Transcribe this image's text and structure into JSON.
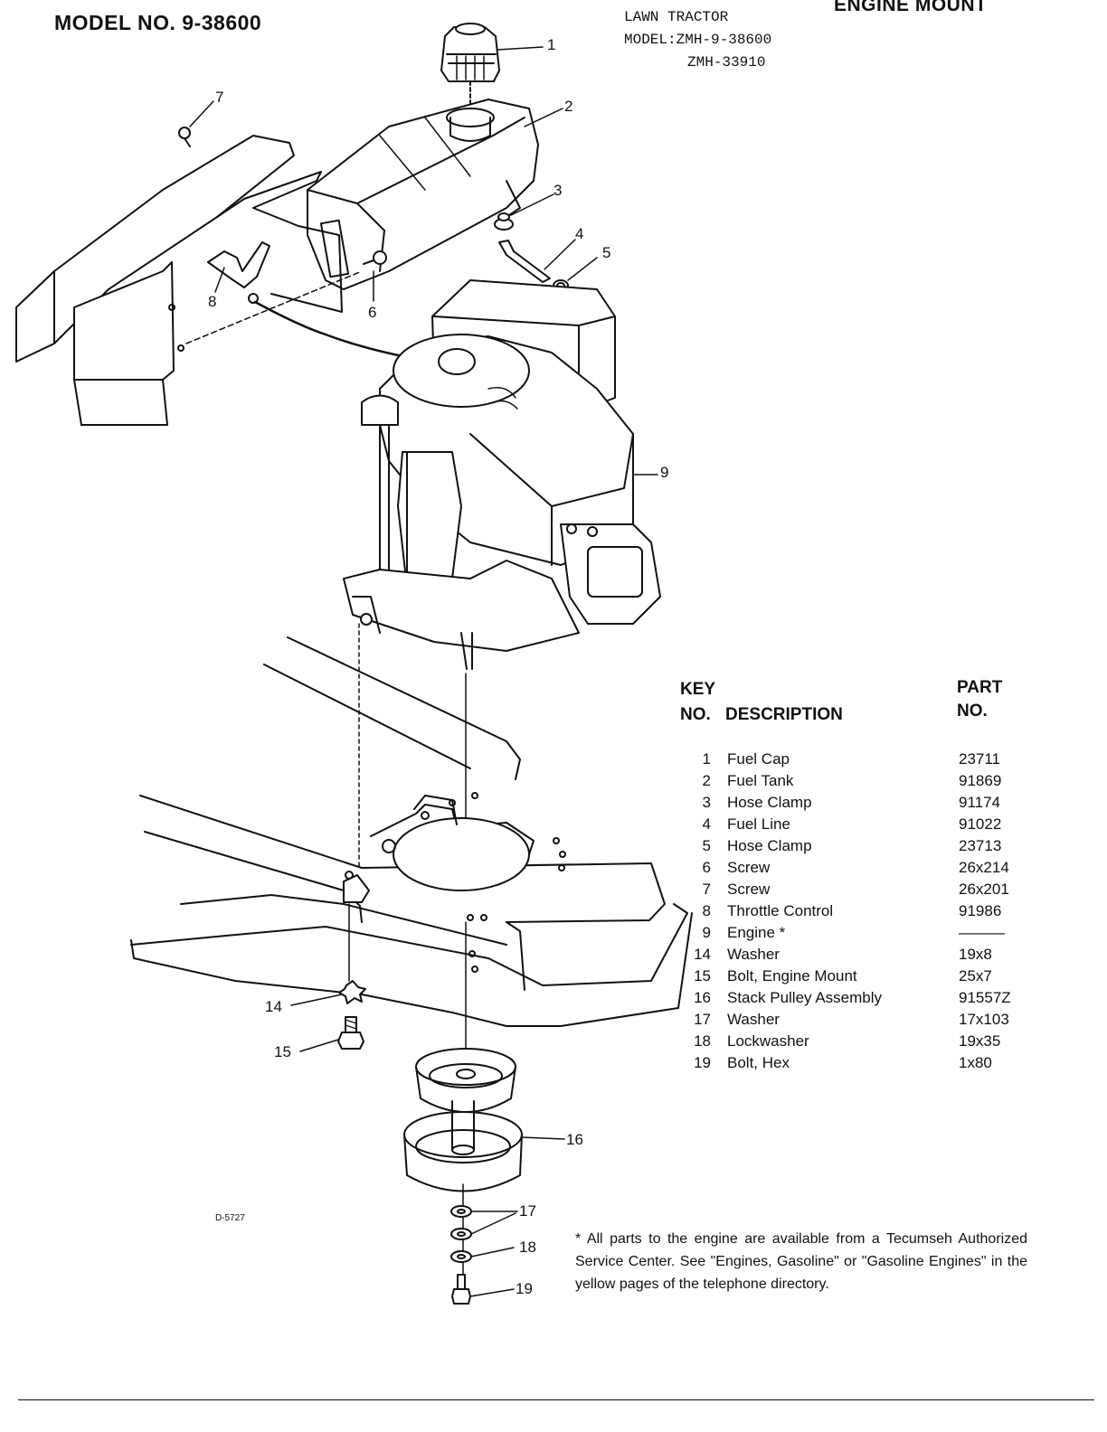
{
  "header": {
    "model_no": "MODEL NO. 9-38600",
    "section": "ENGINE MOUNT",
    "product": "LAWN TRACTOR",
    "model_line": "MODEL:ZMH-9-38600",
    "model_line2": "ZMH-33910"
  },
  "diagram": {
    "drawing_no": "D-5727",
    "callouts": [
      "1",
      "2",
      "3",
      "4",
      "5",
      "6",
      "7",
      "8",
      "9",
      "14",
      "15",
      "16",
      "17",
      "18",
      "19"
    ]
  },
  "parts_table": {
    "col_key": [
      "KEY",
      "NO."
    ],
    "col_desc": "DESCRIPTION",
    "col_part": [
      "PART",
      "NO."
    ],
    "rows": [
      {
        "key": "1",
        "desc": "Fuel Cap",
        "part": "23711"
      },
      {
        "key": "2",
        "desc": "Fuel Tank",
        "part": "91869"
      },
      {
        "key": "3",
        "desc": "Hose Clamp",
        "part": "91174"
      },
      {
        "key": "4",
        "desc": "Fuel Line",
        "part": "91022"
      },
      {
        "key": "5",
        "desc": "Hose Clamp",
        "part": "23713"
      },
      {
        "key": "6",
        "desc": "Screw",
        "part": "26x214"
      },
      {
        "key": "7",
        "desc": "Screw",
        "part": "26x201"
      },
      {
        "key": "8",
        "desc": "Throttle Control",
        "part": "91986"
      },
      {
        "key": "9",
        "desc": "Engine *",
        "part": "———"
      },
      {
        "key": "14",
        "desc": "Washer",
        "part": "19x8"
      },
      {
        "key": "15",
        "desc": "Bolt, Engine Mount",
        "part": "25x7"
      },
      {
        "key": "16",
        "desc": "Stack Pulley Assembly",
        "part": "91557Z"
      },
      {
        "key": "17",
        "desc": "Washer",
        "part": "17x103"
      },
      {
        "key": "18",
        "desc": "Lockwasher",
        "part": "19x35"
      },
      {
        "key": "19",
        "desc": "Bolt, Hex",
        "part": "1x80"
      }
    ]
  },
  "footnote": "* All parts to the engine are available from a Tecumseh Authorized Service Center. See \"Engines, Gasoline\" or \"Gasoline Engines\" in the yellow pages of the telephone directory."
}
